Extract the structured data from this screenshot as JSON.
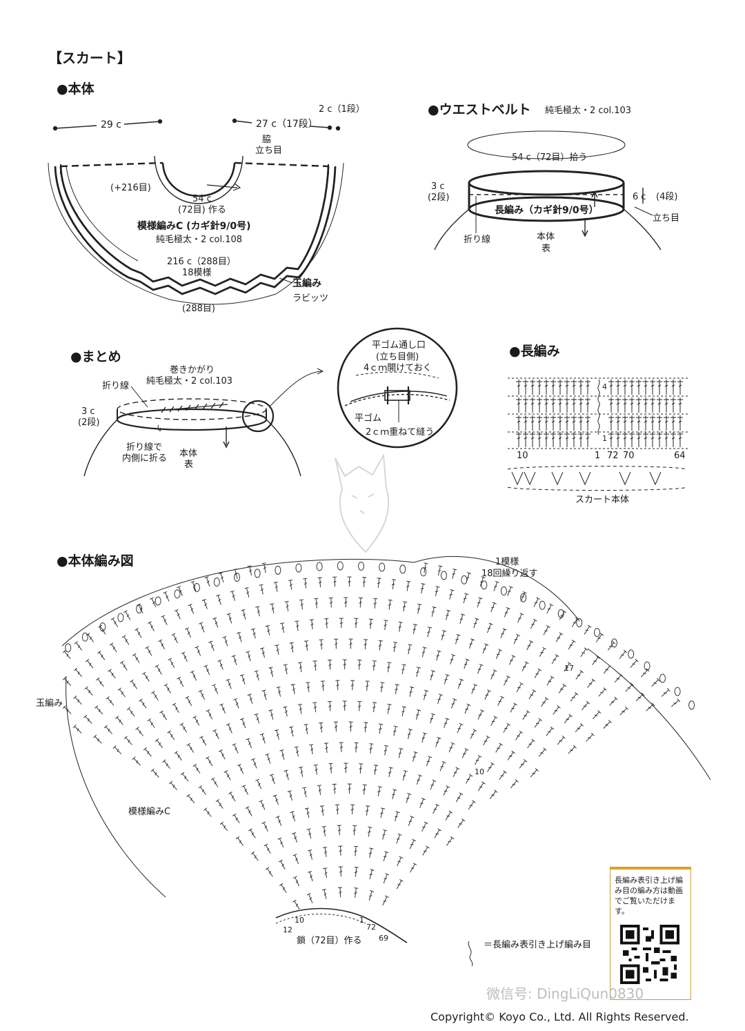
{
  "title": "【スカート】",
  "body_section": {
    "heading": "●本体",
    "dim_29": "29 c",
    "dim_27": "27 c（17段）",
    "dim_2": "2 c（1段）",
    "side": "脇",
    "standing": "立ち目",
    "plus216": "(+216目)",
    "waist_cm": "54 c",
    "waist_sts": "(72目) 作る",
    "pattern": "模様編みC (カギ針9/0号)",
    "yarn": "純毛極太・2  col.108",
    "hem_cm": "216 c（288目）",
    "hem_rep": "18模様",
    "bobble": "玉編み",
    "rabbits": "ラビッツ",
    "sts288": "(288目)"
  },
  "waistbelt": {
    "heading": "●ウエストベルト",
    "yarn": "純毛極太・2    col.103",
    "pickup": "54 c（72目）拾う",
    "dim_3": "3 c",
    "rows_2": "(2段)",
    "dim_6": "6 c",
    "rows_4": "(4段)",
    "stitch": "長編み（カギ針9/0号）",
    "fold": "折り線",
    "body": "本体",
    "face": "表",
    "standing": "立ち目"
  },
  "finishing": {
    "heading": "●まとめ",
    "whip": "巻きかがり",
    "yarn": "純毛極太・2    col.103",
    "fold": "折り線",
    "dim_3": "3 c",
    "rows_2": "(2段)",
    "fold_in_1": "折り線で",
    "fold_in_2": "内側に折る",
    "body": "本体",
    "face": "表"
  },
  "elastic_detail": {
    "line1": "平ゴム通し口",
    "line2": "(立ち目側)",
    "line3": "4ｃｍ開けておく",
    "elastic": "平ゴム",
    "overlap": "2ｃｍ重ねて縫う"
  },
  "dc_chart": {
    "heading": "●長編み",
    "row4": "4",
    "row1": "1",
    "n10": "10",
    "n1": "1",
    "n72": "72",
    "n70": "70",
    "n64": "64",
    "caption": "スカート本体"
  },
  "main_chart": {
    "heading": "●本体編み図",
    "repeat_1": "1模様",
    "repeat_2": "18回繰り返す",
    "bobble": "玉編み",
    "pattern_c": "模様編みC",
    "n17": "17",
    "n10r": "10",
    "n10": "10",
    "n12": "12",
    "n1": "1",
    "n72": "72",
    "n69": "69",
    "chain": "鎖（72目）作る",
    "legend": "＝長編み表引き上げ編み目"
  },
  "qr_note": "長編み表引き上げ編み目の編み方は動画でご覧いただけます。",
  "watermark": "微信号: DingLiQun0830",
  "copyright": "Copyright© Koyo Co., Ltd. All Rights Reserved."
}
